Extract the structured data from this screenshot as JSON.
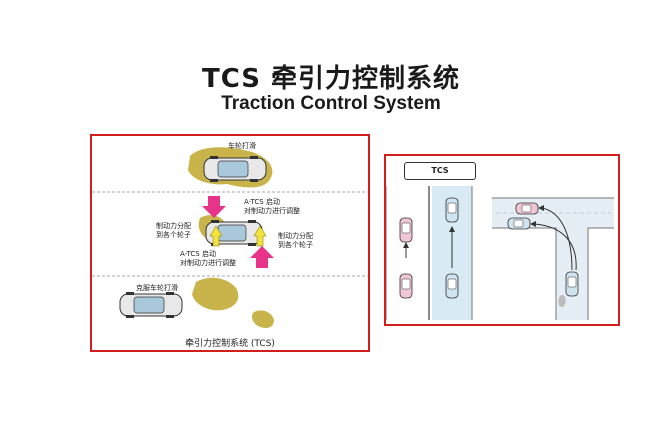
{
  "title_cn": "TCS 牵引力控制系统",
  "title_en": "Traction Control System",
  "left_panel": {
    "label_wheel_slip": "车轮打滑",
    "label_atcs_top_1": "A-TCS 启动",
    "label_atcs_top_2": "对制动力进行调整",
    "label_dist_left_1": "制动力分配",
    "label_dist_left_2": "到各个轮子",
    "label_dist_right_1": "制动力分配",
    "label_dist_right_2": "到各个轮子",
    "label_atcs_bottom_1": "A-TCS 启动",
    "label_atcs_bottom_2": "对制动力进行调整",
    "label_overcome_slip": "克服车轮打滑",
    "caption": "牵引力控制系统 (TCS)"
  },
  "right_panel": {
    "tab_label": "TCS"
  },
  "colors": {
    "border": "#d11e1e",
    "slip_patch": "#c8b44a",
    "brake_arrow": "#e8338a",
    "force_arrow": "#f2e23a",
    "road_divider": "#8a8a8a"
  }
}
